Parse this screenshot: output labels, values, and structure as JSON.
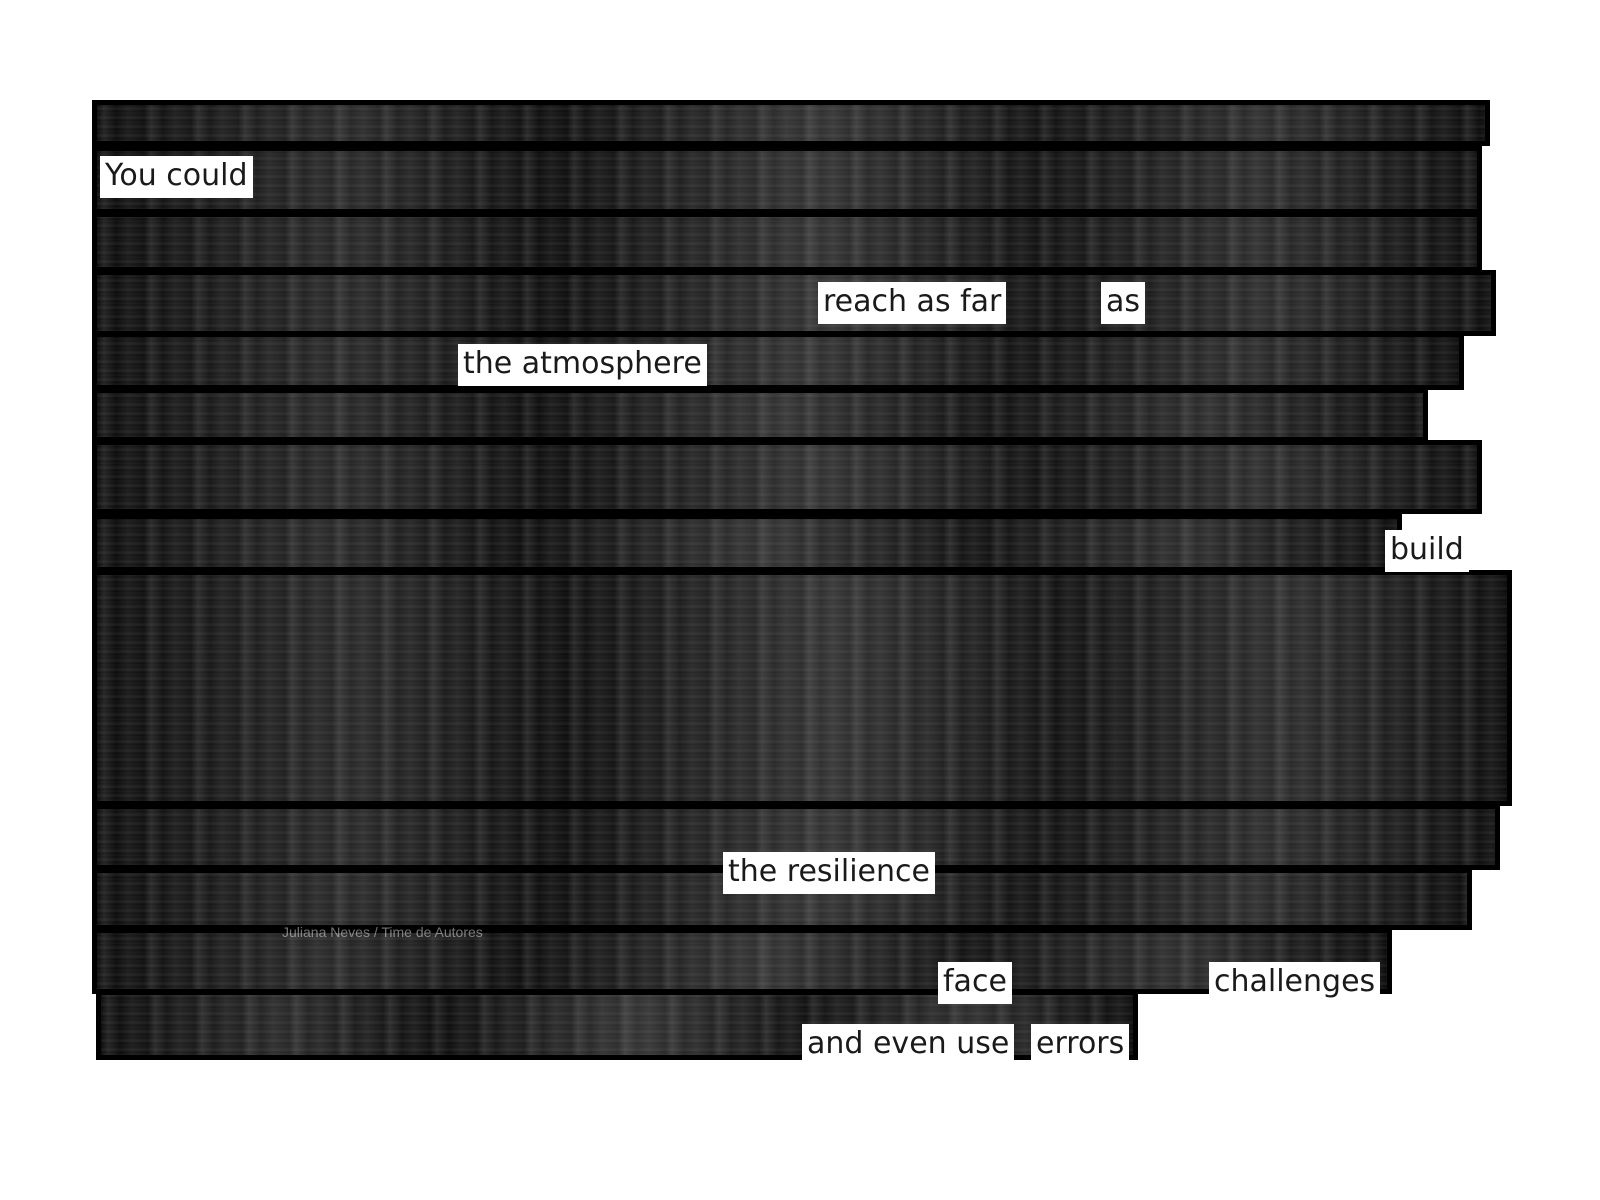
{
  "words": [
    "You could",
    "reach as far",
    "as",
    "the atmosphere",
    "build",
    "the resilience",
    "face",
    "challenges",
    "and even use",
    "errors"
  ],
  "caption": "Juliana Neves / Time de Autores"
}
